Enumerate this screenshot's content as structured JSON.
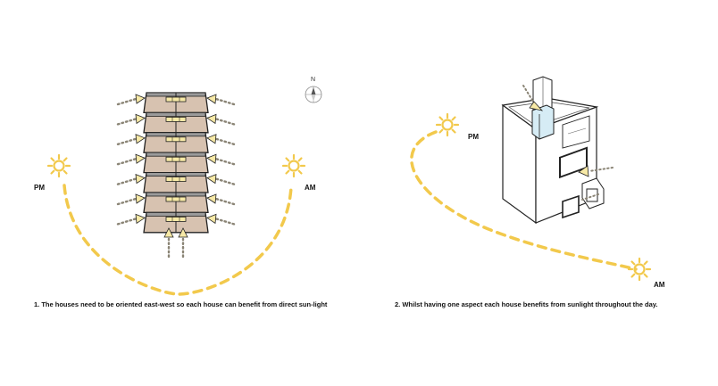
{
  "left_diagram": {
    "compass_label": "N",
    "pm_label": "PM",
    "am_label": "AM",
    "caption": "1.  The houses need to be oriented east-west so each house can benefit from direct sun-light"
  },
  "right_diagram": {
    "pm_label": "PM",
    "am_label": "AM",
    "caption": "2.  Whilst having one aspect each house benefits from sunlight throughout the day."
  },
  "colors": {
    "sun": "#F2C94C",
    "roof": "#D7C2B0",
    "window": "#F7E9A6",
    "outline": "#222222",
    "arrow": "#8a8475"
  }
}
